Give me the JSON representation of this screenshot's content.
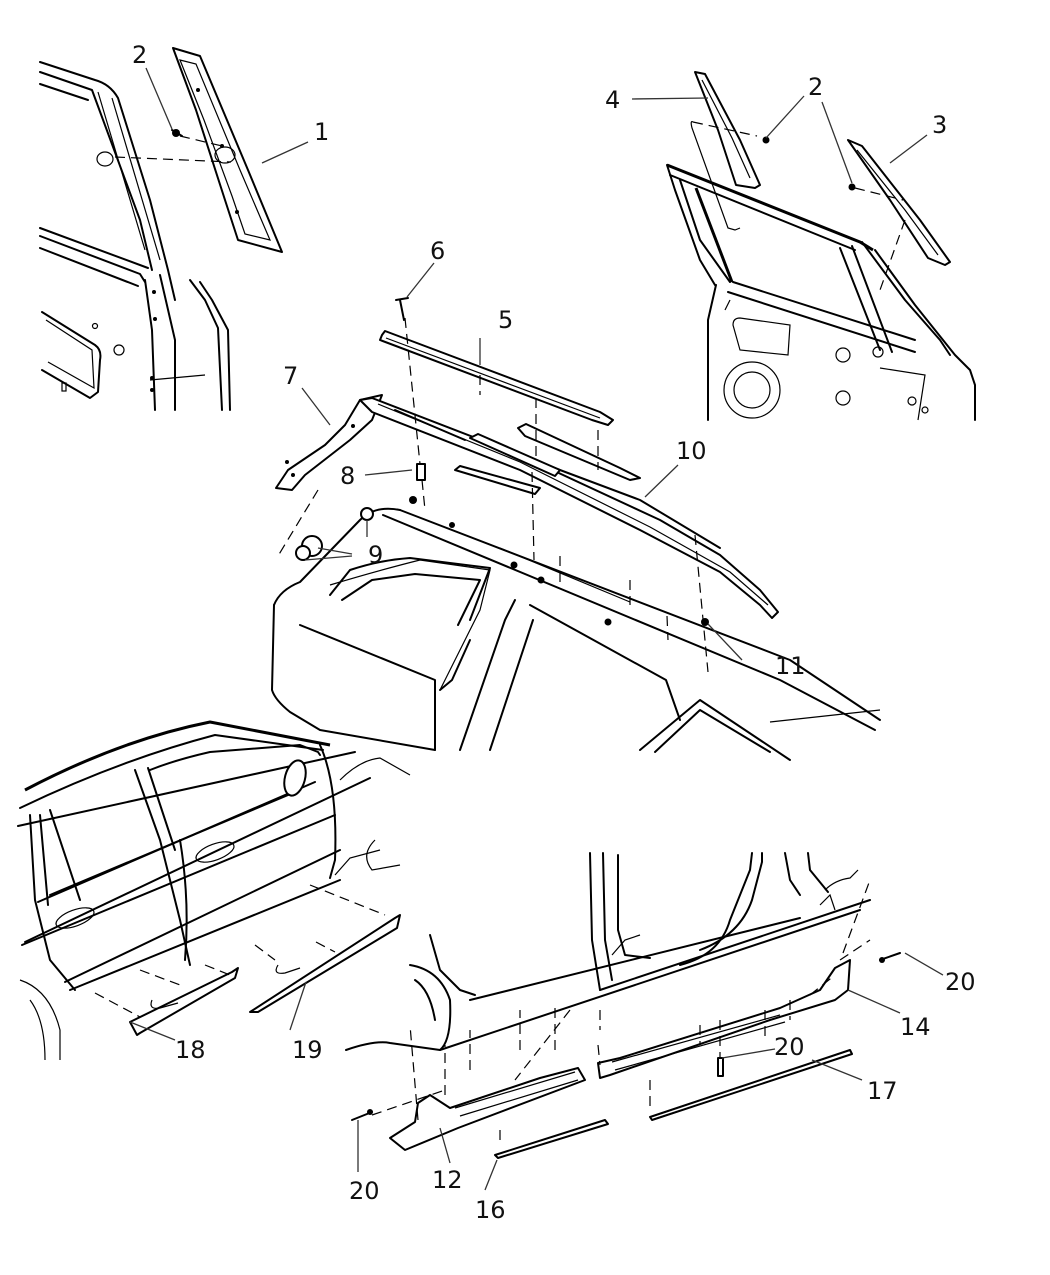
{
  "diagram": {
    "type": "exploded-parts-diagram",
    "subject": "Vehicle exterior moldings, roof rail and sill moldings",
    "line_color": "#000000",
    "background": "#ffffff",
    "views": [
      {
        "name": "rear-door-frame-view",
        "callouts": [
          "1",
          "2"
        ]
      },
      {
        "name": "front-door-frame-view",
        "callouts": [
          "2",
          "3",
          "4"
        ]
      },
      {
        "name": "roof-rail-view",
        "callouts": [
          "5",
          "6",
          "7",
          "8",
          "9",
          "10",
          "11"
        ]
      },
      {
        "name": "side-door-view",
        "callouts": [
          "18",
          "19"
        ]
      },
      {
        "name": "rocker-sill-view",
        "callouts": [
          "12",
          "14",
          "16",
          "17",
          "20"
        ]
      }
    ],
    "callouts": [
      {
        "id": "c1",
        "label": "1"
      },
      {
        "id": "c2a",
        "label": "2"
      },
      {
        "id": "c2b",
        "label": "2"
      },
      {
        "id": "c3",
        "label": "3"
      },
      {
        "id": "c4",
        "label": "4"
      },
      {
        "id": "c5",
        "label": "5"
      },
      {
        "id": "c6",
        "label": "6"
      },
      {
        "id": "c7",
        "label": "7"
      },
      {
        "id": "c8",
        "label": "8"
      },
      {
        "id": "c9",
        "label": "9"
      },
      {
        "id": "c10",
        "label": "10"
      },
      {
        "id": "c11",
        "label": "11"
      },
      {
        "id": "c12",
        "label": "12"
      },
      {
        "id": "c14",
        "label": "14"
      },
      {
        "id": "c16",
        "label": "16"
      },
      {
        "id": "c17",
        "label": "17"
      },
      {
        "id": "c18",
        "label": "18"
      },
      {
        "id": "c19",
        "label": "19"
      },
      {
        "id": "c20a",
        "label": "20"
      },
      {
        "id": "c20b",
        "label": "20"
      },
      {
        "id": "c20c",
        "label": "20"
      }
    ]
  }
}
